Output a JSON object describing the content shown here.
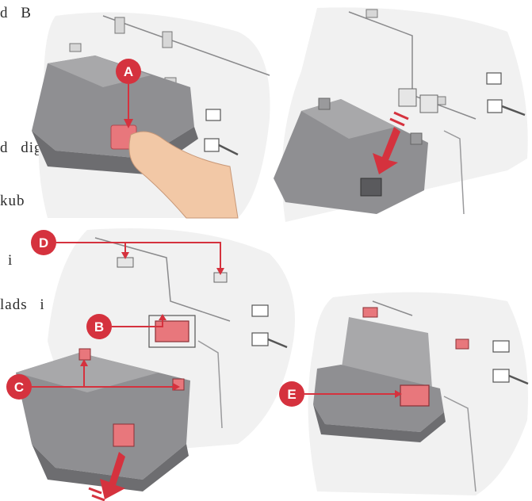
{
  "text_fragments": [
    "d B",
    "d dig",
    "kub",
    "i",
    "lads i"
  ],
  "callouts": {
    "a": "A",
    "b": "B",
    "c": "C",
    "d": "D",
    "e": "E"
  },
  "colors": {
    "accent_red": "#d5323e",
    "part_pink": "#e8777c",
    "machine_gray": "#9a9a9c",
    "machine_dark": "#6d6d70",
    "panel_light": "#f1f1f1",
    "skin": "#f2c8a6"
  },
  "icons": [
    "finger-press-illustration",
    "insert-arrow-icon",
    "motion-lines-icon"
  ]
}
